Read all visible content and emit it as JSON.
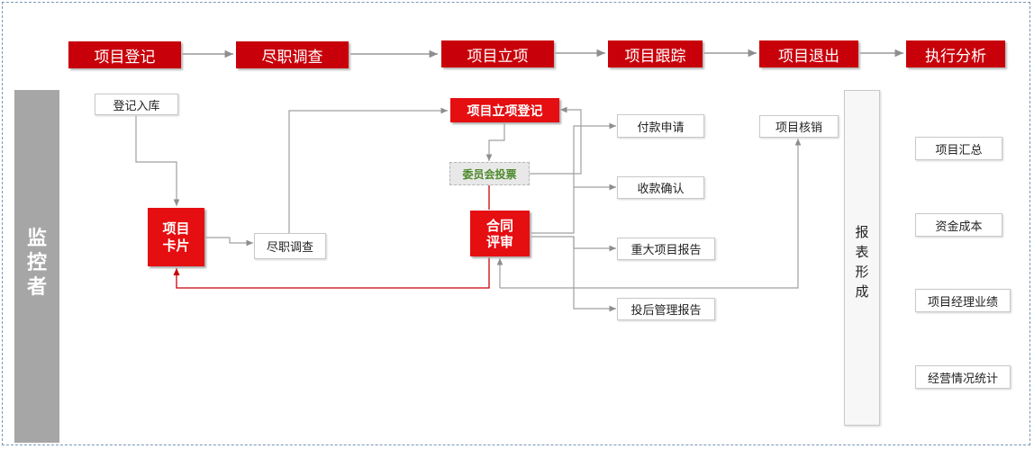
{
  "stages": [
    "项目登记",
    "尽职调查",
    "项目立项",
    "项目跟踪",
    "项目退出",
    "执行分析"
  ],
  "sidebar": {
    "label_chars": [
      "监",
      "控",
      "者"
    ]
  },
  "nodes": {
    "register_storage": "登记入库",
    "project_card_line1": "项目",
    "project_card_line2": "卡片",
    "due_diligence": "尽职调查",
    "approval_register": "项目立项登记",
    "committee_vote": "委员会投票",
    "contract_review_line1": "合同",
    "contract_review_line2": "评审",
    "payment_request": "付款申请",
    "receipt_confirm": "收款确认",
    "major_project_report": "重大项目报告",
    "post_investment_report": "投后管理报告",
    "project_writeoff": "项目核销"
  },
  "report_formation": {
    "chars": [
      "报",
      "表",
      "形",
      "成"
    ]
  },
  "analysis_items": [
    "项目汇总",
    "资金成本",
    "项目经理业绩",
    "经营情况统计"
  ],
  "colors": {
    "stage_red": "#c8000a",
    "node_red": "#e50e11",
    "arrow_gray": "#a0a0a0",
    "vote_green": "#4e8a2c",
    "sidebar_gray": "#a6a6a6"
  }
}
